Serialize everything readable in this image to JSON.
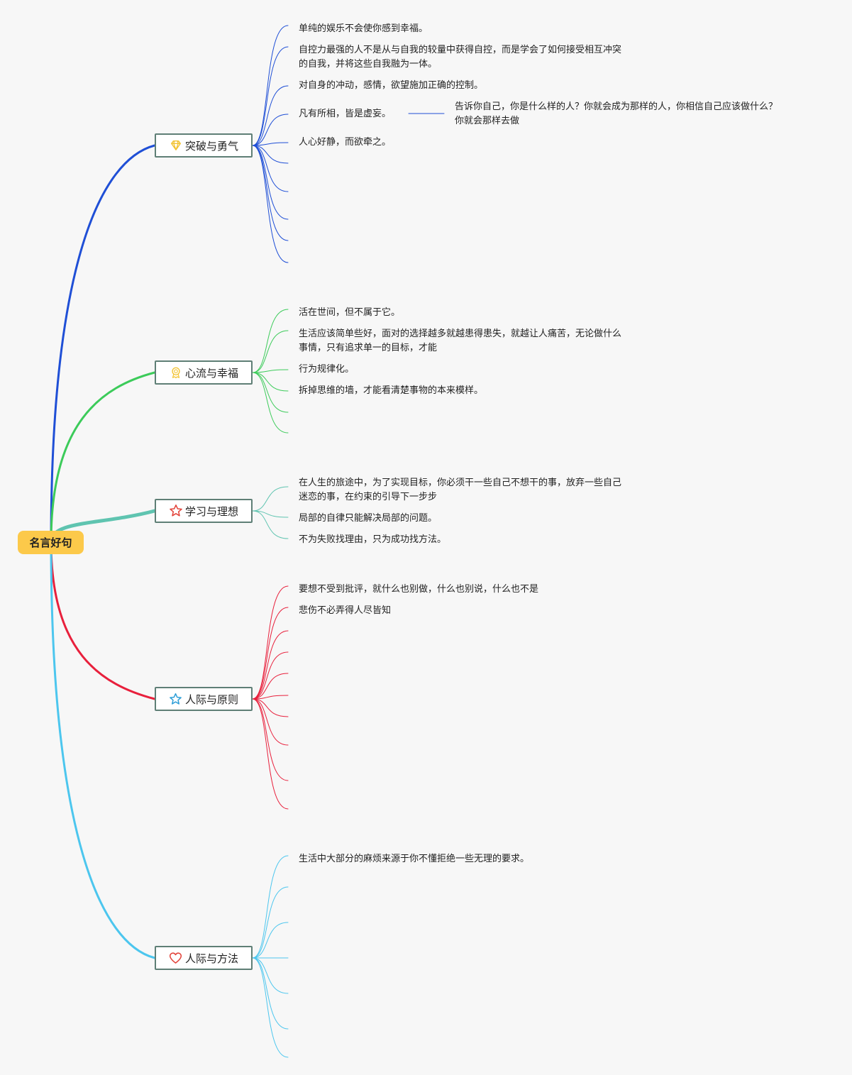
{
  "root": {
    "label": "名言好句"
  },
  "branches": [
    {
      "label": "突破与勇气",
      "icon": "diamond-icon",
      "color": "#1f4fd6",
      "leaves": [
        {
          "line1": "单纯的娱乐不会使你感到幸福。"
        },
        {
          "line1": "自控力最强的人不是从与自我的较量中获得自控，而是学会了如何接受相互冲突",
          "line2": "的自我，并将这些自我融为一体。"
        },
        {
          "line1": "对自身的冲动，感情，欲望施加正确的控制。"
        },
        {
          "line1": "凡有所相，皆是虚妄。",
          "child": {
            "line1": "告诉你自己，你是什么样的人？你就会成为那样的人，你相信自己应该做什么？",
            "line2": "你就会那样去做"
          }
        },
        {
          "line1": "人心好静，而欲牵之。"
        }
      ]
    },
    {
      "label": "心流与幸福",
      "icon": "medal-icon",
      "color": "#3ccb5a",
      "leaves": [
        {
          "line1": "活在世间，但不属于它。"
        },
        {
          "line1": "生活应该简单些好，面对的选择越多就越患得患失，就越让人痛苦，无论做什么",
          "line2": "事情，只有追求单一的目标，才能"
        },
        {
          "line1": "行为规律化。"
        },
        {
          "line1": "拆掉思维的墙，才能看清楚事物的本来模样。"
        }
      ]
    },
    {
      "label": "学习与理想",
      "icon": "star-icon",
      "color": "#5fc4b0",
      "leaves": [
        {
          "line1": "在人生的旅途中，为了实现目标，你必须干一些自己不想干的事，放弃一些自己",
          "line2": "迷恋的事，在约束的引导下一步步"
        },
        {
          "line1": "局部的自律只能解决局部的问题。"
        },
        {
          "line1": "不为失败找理由，只为成功找方法。"
        }
      ]
    },
    {
      "label": "人际与原则",
      "icon": "star-outline-icon",
      "color": "#e8203c",
      "leaves": [
        {
          "line1": "要想不受到批评，就什么也别做，什么也别说，什么也不是"
        },
        {
          "line1": "悲伤不必弄得人尽皆知"
        }
      ]
    },
    {
      "label": "人际与方法",
      "icon": "heart-icon",
      "color": "#4cc6ee",
      "leaves": [
        {
          "line1": "生活中大部分的麻烦来源于你不懂拒绝一些无理的要求。"
        }
      ]
    }
  ]
}
